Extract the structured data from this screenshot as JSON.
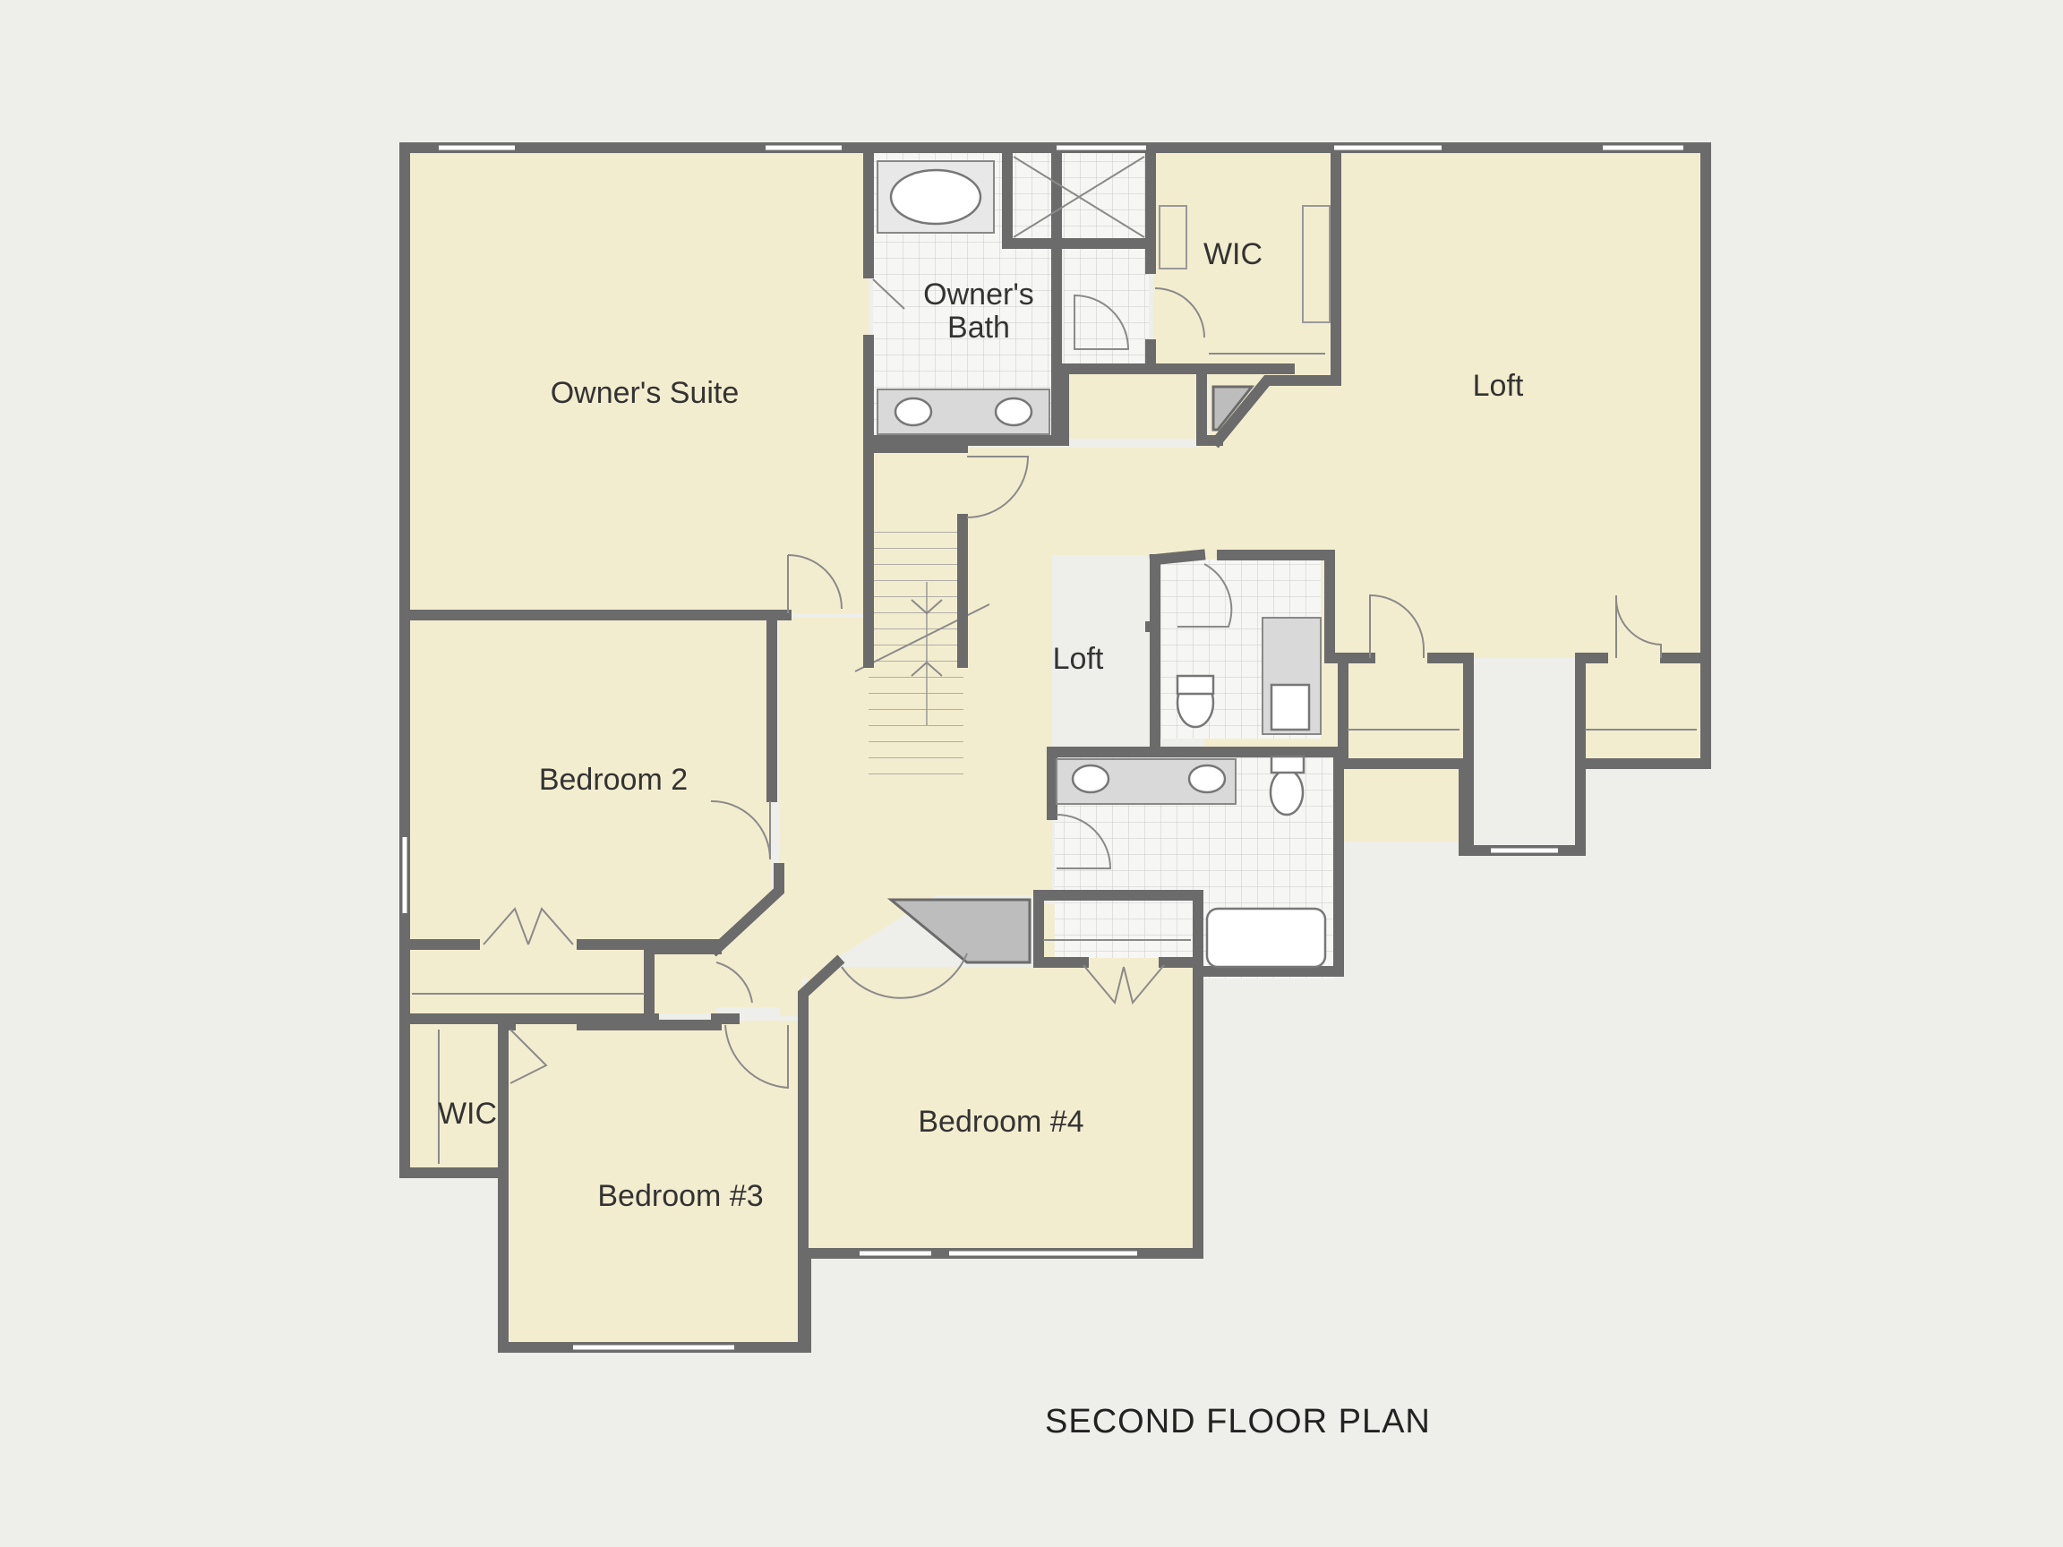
{
  "title": "SECOND FLOOR PLAN",
  "rooms": {
    "owners_suite": "Owner's Suite",
    "owners_bath_line1": "Owner's",
    "owners_bath_line2": "Bath",
    "wic_upper": "WIC",
    "loft_right": "Loft",
    "loft_center": "Loft",
    "bedroom2": "Bedroom 2",
    "bedroom3": "Bedroom #3",
    "bedroom4": "Bedroom #4",
    "wic_lower": "WIC"
  },
  "colors": {
    "background": "#eeeeea",
    "room_fill": "#f3edcf",
    "wall": "#6b6b6b",
    "tile": "#f4f4f2"
  }
}
